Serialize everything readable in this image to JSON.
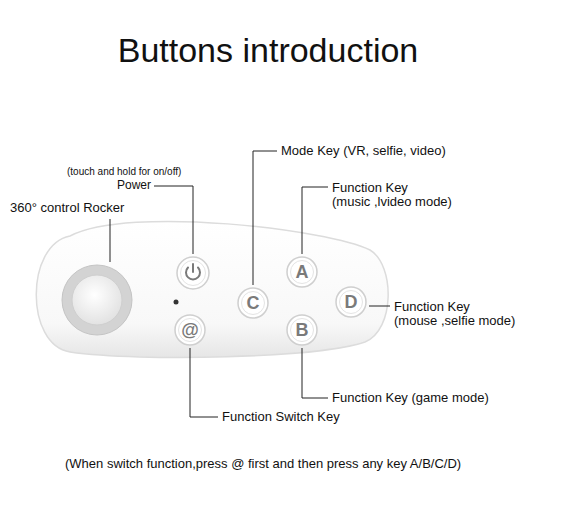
{
  "diagram": {
    "title": "Buttons introduction",
    "caption": "(When switch function,press @ first and then press any key A/B/C/D)",
    "nodes": [
      {
        "text": [
          "@"
        ]
      },
      {
        "text": [
          "C"
        ]
      },
      {
        "text": [
          "A"
        ]
      },
      {
        "text": [
          "B"
        ]
      },
      {
        "text": [
          "D"
        ]
      }
    ],
    "labels": [
      "(touch and hold for on/off)",
      "Power",
      "360° control Rocker",
      "Mode Key (VR, selfie, video)",
      "Function Key",
      "(music ,lvideo mode)",
      "Function Key",
      "(mouse ,selfie mode)",
      "Function Key (game mode)",
      "Function Switch Key"
    ]
  }
}
